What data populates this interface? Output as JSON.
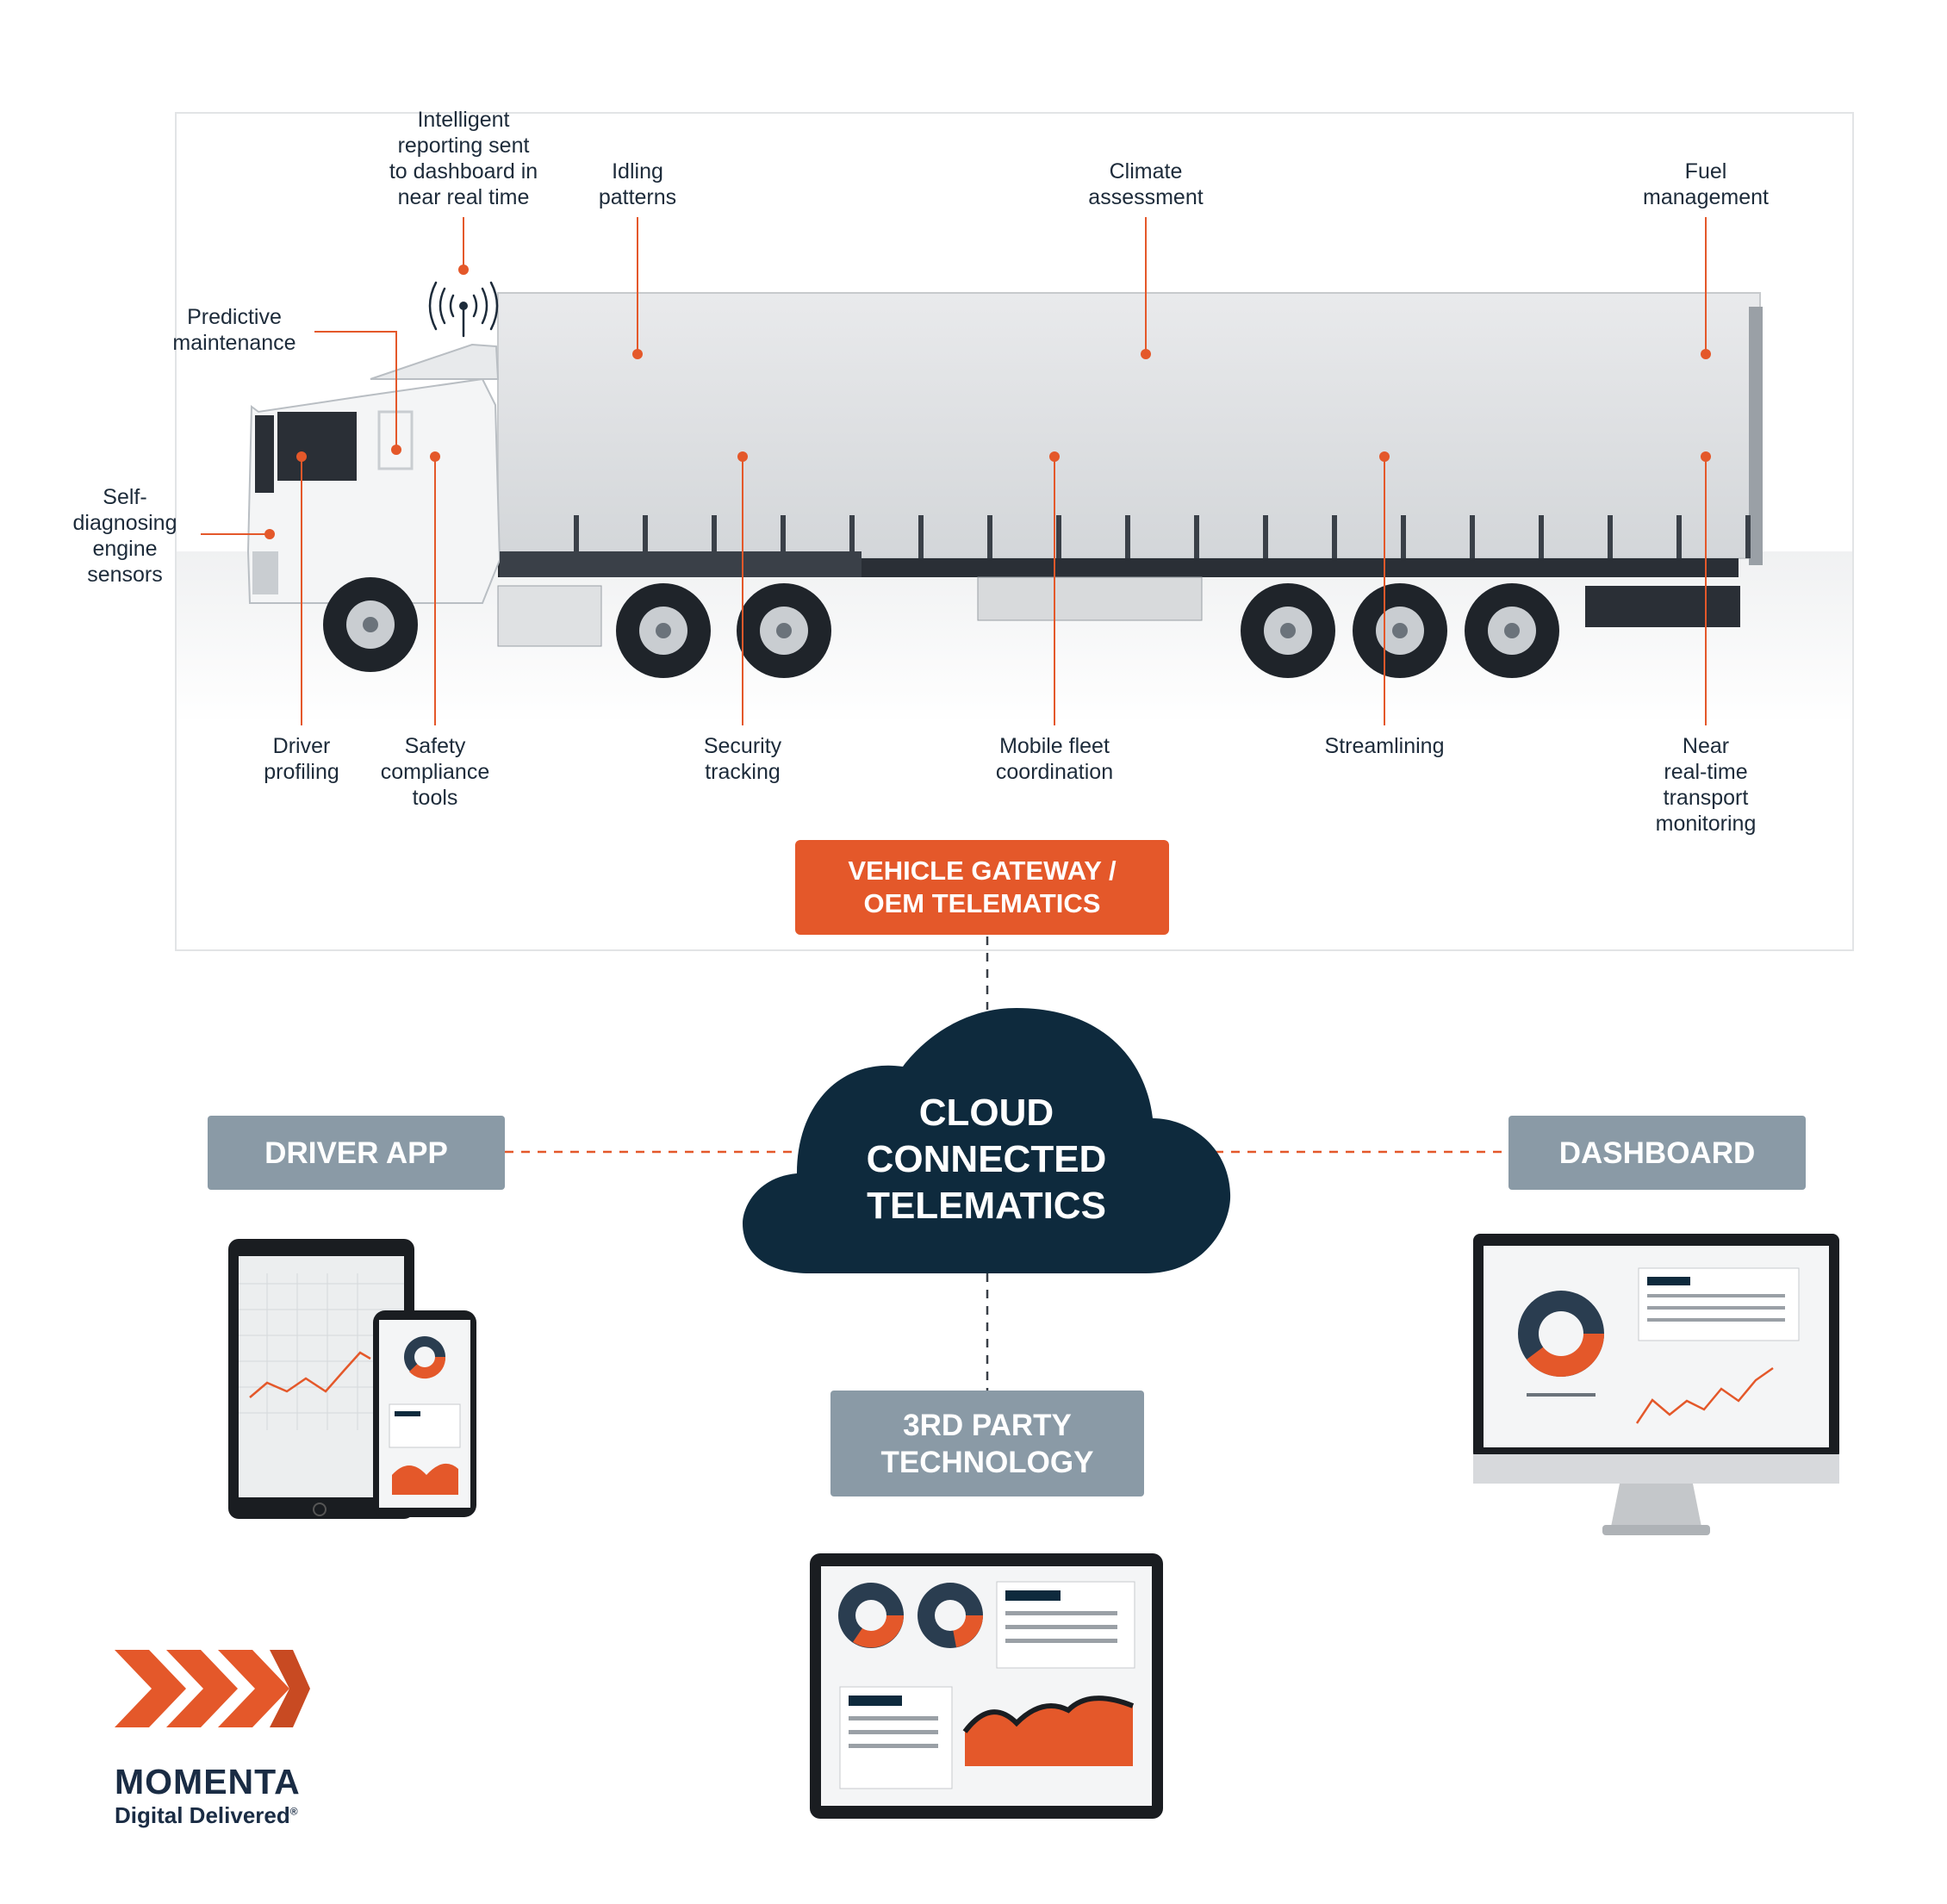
{
  "features": {
    "intelligent_reporting": "Intelligent\nreporting sent\nto dashboard in\nnear real time",
    "idling_patterns": "Idling\npatterns",
    "climate_assessment": "Climate\nassessment",
    "fuel_management": "Fuel\nmanagement",
    "predictive_maintenance": "Predictive\nmaintenance",
    "self_diagnosing": "Self-\ndiagnosing\nengine\nsensors",
    "driver_profiling": "Driver\nprofiling",
    "safety_compliance": "Safety\ncompliance\ntools",
    "security_tracking": "Security\ntracking",
    "mobile_fleet": "Mobile fleet\ncoordination",
    "streamlining": "Streamlining",
    "near_real_time": "Near\nreal-time\ntransport\nmonitoring"
  },
  "gateway": "VEHICLE GATEWAY /\nOEM TELEMATICS",
  "cloud": "CLOUD\nCONNECTED\nTELEMATICS",
  "nodes": {
    "driver_app": "DRIVER APP",
    "dashboard": "DASHBOARD",
    "third_party": "3RD PARTY\nTECHNOLOGY"
  },
  "logo": {
    "brand": "MOMENTA",
    "tagline": "Digital Delivered",
    "registered_mark": "®"
  },
  "colors": {
    "accent": "#e4582a",
    "navy": "#0e2a3d",
    "grey_box": "#8a9aa6",
    "text": "#1d2b3a"
  }
}
